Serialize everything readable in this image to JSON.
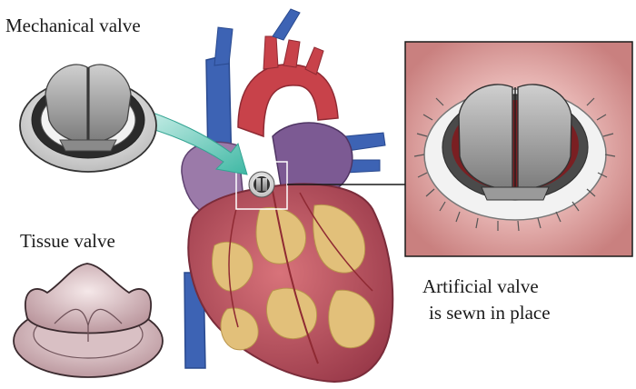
{
  "labels": {
    "mechanical_valve": "Mechanical valve",
    "tissue_valve": "Tissue valve",
    "artificial_line1": "Artificial valve",
    "artificial_line2": "is sewn in place"
  },
  "colors": {
    "background": "#ffffff",
    "text": "#1a1a1a",
    "arrow_teal": "#4fc4b0",
    "heart_red": "#c8424a",
    "fat_yellow": "#e2c07a",
    "vein_blue": "#3d63b4",
    "tissue_pink": "#e4cfd2",
    "inset_bg": "#d89a9a",
    "metal_grey": "#9a9a9a"
  },
  "icons": {
    "mechanical": "mechanical-valve-illustration",
    "tissue": "tissue-valve-illustration",
    "heart": "heart-illustration",
    "inset": "sewn-valve-inset"
  }
}
